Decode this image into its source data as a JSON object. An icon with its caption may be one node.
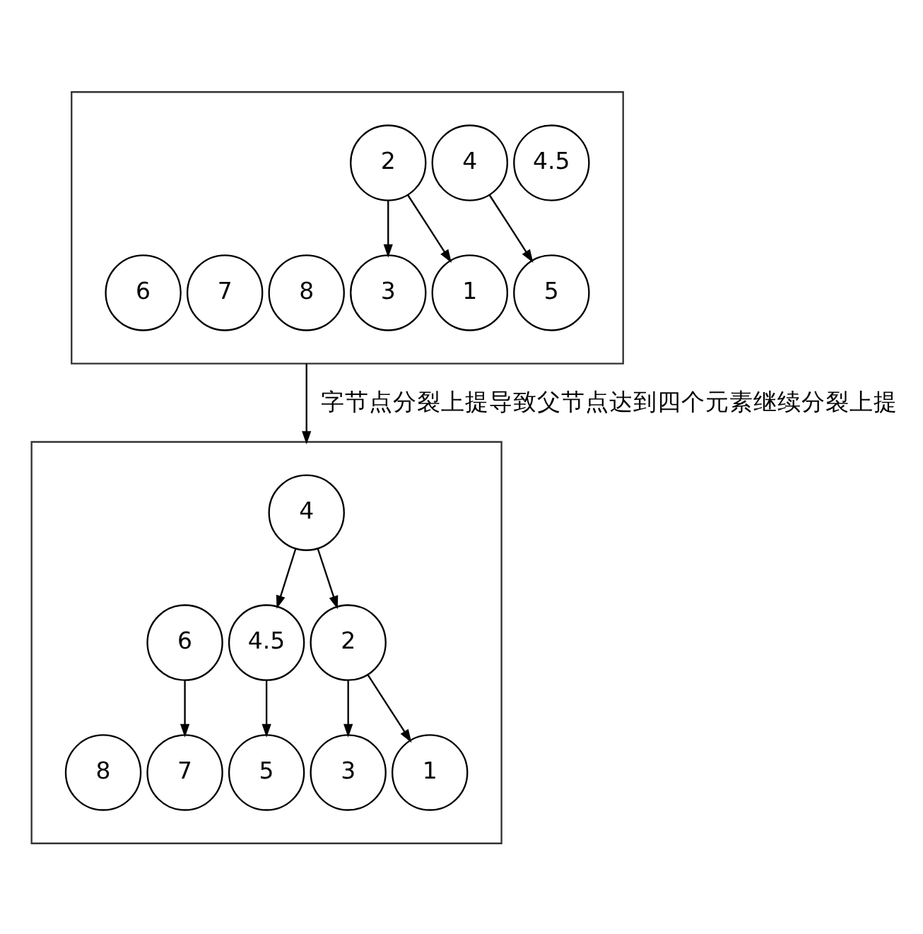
{
  "diagram": {
    "nodes": [
      {
        "text": [],
        "shape": "box"
      },
      {
        "text": [
          "2"
        ],
        "in": 0
      },
      {
        "text": [
          "4"
        ],
        "in": 0
      },
      {
        "text": [
          "4.5"
        ],
        "in": 0
      },
      {
        "text": [
          "1"
        ],
        "in": 0
      },
      {
        "text": [
          "3"
        ],
        "in": 0
      },
      {
        "text": [
          "5"
        ],
        "in": 0
      },
      {
        "text": [
          "6"
        ],
        "in": 0
      },
      {
        "text": [
          "7"
        ],
        "in": 0
      },
      {
        "text": [
          "8"
        ],
        "in": 0
      },
      {
        "text": [],
        "shape": "box"
      },
      {
        "text": [
          "4"
        ],
        "in": 10
      },
      {
        "text": [
          "2"
        ],
        "in": 10
      },
      {
        "text": [
          "4.5"
        ],
        "in": 10
      },
      {
        "text": [
          "6"
        ],
        "in": 10
      },
      {
        "text": [
          "1"
        ],
        "in": 10
      },
      {
        "text": [
          "3"
        ],
        "in": 10
      },
      {
        "text": [
          "5"
        ],
        "in": 10
      },
      {
        "text": [
          "7"
        ],
        "in": 10
      },
      {
        "text": [
          "8"
        ],
        "in": 10
      }
    ],
    "edges": [
      {
        "from": 1,
        "to": 4,
        "arrow": "to"
      },
      {
        "from": 1,
        "to": 5,
        "arrow": "to"
      },
      {
        "from": 2,
        "to": 6,
        "arrow": "to"
      },
      {
        "from": 0,
        "to": 10,
        "arrow": "to",
        "label": "字节点分裂上提导致父节点达到四个元素继续分裂上提"
      },
      {
        "from": 11,
        "to": 12,
        "arrow": "to"
      },
      {
        "from": 11,
        "to": 13,
        "arrow": "to"
      },
      {
        "from": 12,
        "to": 15,
        "arrow": "to"
      },
      {
        "from": 12,
        "to": 16,
        "arrow": "to"
      },
      {
        "from": 13,
        "to": 17,
        "arrow": "to"
      },
      {
        "from": 14,
        "to": 18,
        "arrow": "to"
      }
    ]
  }
}
